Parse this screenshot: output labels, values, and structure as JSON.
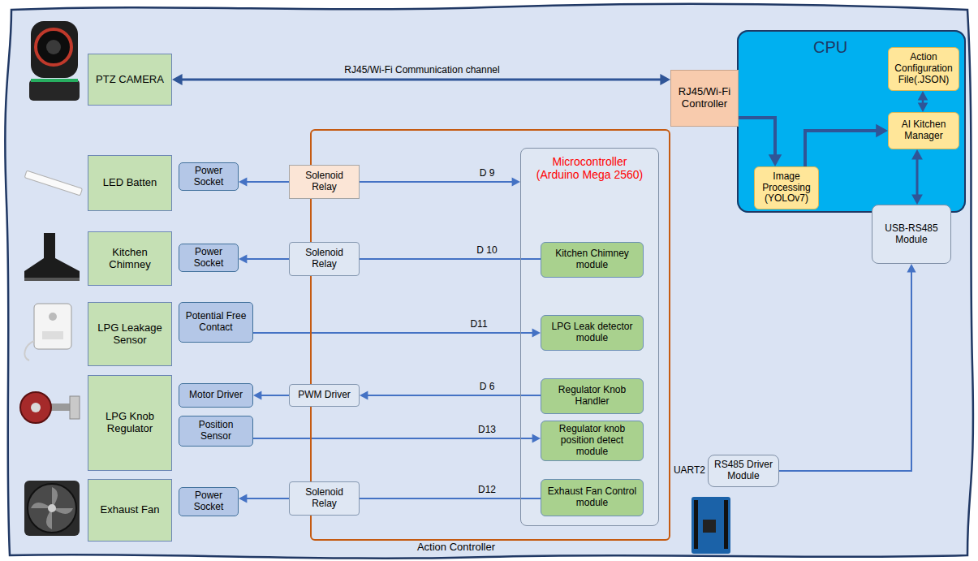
{
  "diagram": {
    "nodes": [
      {
        "text": [
          "PTZ CAMERA"
        ]
      },
      {
        "text": [
          "CPU"
        ]
      },
      {
        "text": [
          "RJ45/Wi-Fi Controller"
        ],
        "in": 1
      },
      {
        "text": [
          "Action Configuration File(.JSON)"
        ],
        "in": 1
      },
      {
        "text": [
          "AI Kitchen Manager"
        ],
        "in": 1
      },
      {
        "text": [
          "Image Processing (YOLOv7)"
        ],
        "in": 1
      },
      {
        "text": [
          "Action Controller"
        ]
      },
      {
        "text": [
          "Microcontroller (Arduino Mega 2560)"
        ],
        "in": 6
      },
      {
        "text": [
          "LED Batten"
        ]
      },
      {
        "text": [
          "Power Socket"
        ]
      },
      {
        "text": [
          "Solenoid Relay"
        ],
        "in": 6
      },
      {
        "text": [
          "Kitchen Chimney"
        ]
      },
      {
        "text": [
          "Power Socket"
        ]
      },
      {
        "text": [
          "Solenoid Relay"
        ],
        "in": 6
      },
      {
        "text": [
          "Kitchen Chimney module"
        ],
        "in": 7
      },
      {
        "text": [
          "USB-RS485 Module"
        ]
      },
      {
        "text": [
          "LPG Leakage Sensor"
        ]
      },
      {
        "text": [
          "Potential Free Contact"
        ]
      },
      {
        "text": [
          "LPG Leak detector module"
        ],
        "in": 7
      },
      {
        "text": [
          "LPG Knob Regulator"
        ]
      },
      {
        "text": [
          "Motor Driver"
        ]
      },
      {
        "text": [
          "PWM Driver"
        ],
        "in": 6
      },
      {
        "text": [
          "Regulator Knob Handler"
        ],
        "in": 7
      },
      {
        "text": [
          "Position Sensor"
        ]
      },
      {
        "text": [
          "Regulator knob position detect module"
        ],
        "in": 7
      },
      {
        "text": [
          "Exhaust Fan"
        ]
      },
      {
        "text": [
          "Power Socket"
        ]
      },
      {
        "text": [
          "Solenoid Relay"
        ],
        "in": 6
      },
      {
        "text": [
          "Exhaust Fan Control module"
        ],
        "in": 7
      },
      {
        "text": [
          "RS485 Driver Module"
        ]
      }
    ],
    "edges": [
      {
        "from": 0,
        "to": 2,
        "arrow": "both",
        "label": "RJ45/Wi-Fi Communication channel"
      },
      {
        "from": 2,
        "to": 5,
        "arrow": "to"
      },
      {
        "from": 5,
        "to": 4,
        "arrow": "to"
      },
      {
        "from": 3,
        "to": 4,
        "arrow": "both"
      },
      {
        "from": 4,
        "to": 15,
        "arrow": "both"
      },
      {
        "from": 29,
        "to": 15,
        "arrow": "to"
      },
      {
        "from": 10,
        "to": 9,
        "arrow": "to"
      },
      {
        "from": 10,
        "to": 7,
        "arrow": "to",
        "label": "D 9"
      },
      {
        "from": 13,
        "to": 12,
        "arrow": "to"
      },
      {
        "from": 14,
        "to": 13,
        "arrow": "none",
        "label": "D 10"
      },
      {
        "from": 17,
        "to": 18,
        "arrow": "to",
        "label": "D11"
      },
      {
        "from": 22,
        "to": 21,
        "arrow": "to",
        "label": "D 6"
      },
      {
        "from": 21,
        "to": 20,
        "arrow": "to"
      },
      {
        "from": 23,
        "to": 24,
        "arrow": "to",
        "label": "D13"
      },
      {
        "from": 27,
        "to": 26,
        "arrow": "to"
      },
      {
        "from": 28,
        "to": 27,
        "arrow": "none",
        "label": "D12"
      }
    ],
    "labels": [
      "UART2"
    ]
  }
}
